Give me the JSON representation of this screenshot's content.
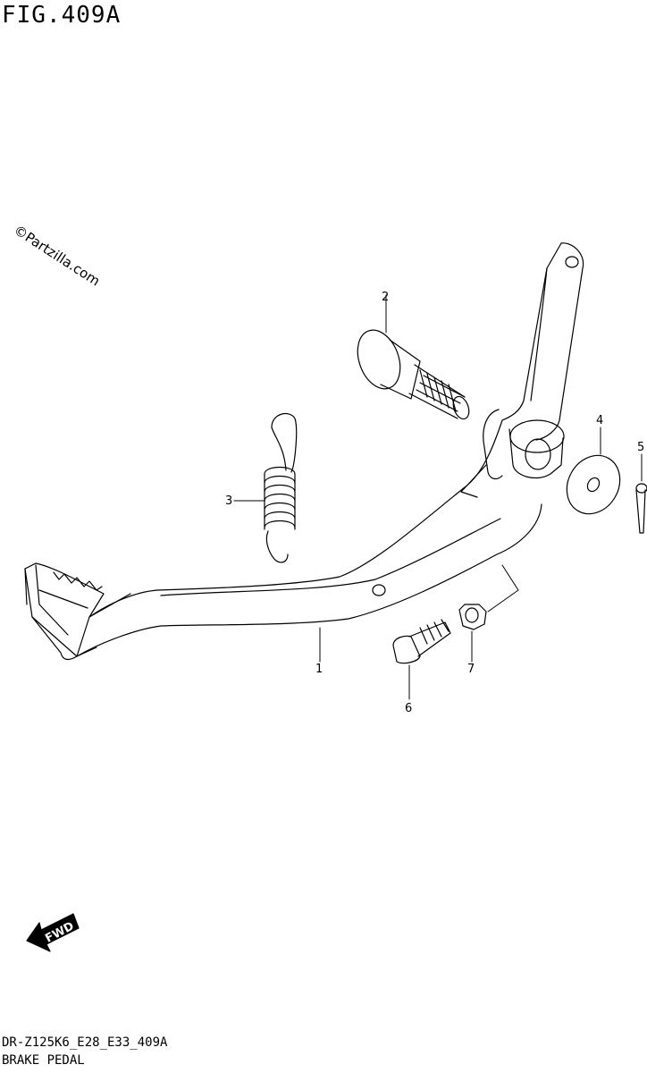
{
  "figure": {
    "title": "FIG.409A",
    "watermark": "©Partzilla.com",
    "code": "DR-Z125K6_E28_E33_409A",
    "name": "BRAKE PEDAL"
  },
  "callouts": [
    "1",
    "2",
    "3",
    "4",
    "5",
    "6",
    "7"
  ],
  "fwd_label": "FWD"
}
